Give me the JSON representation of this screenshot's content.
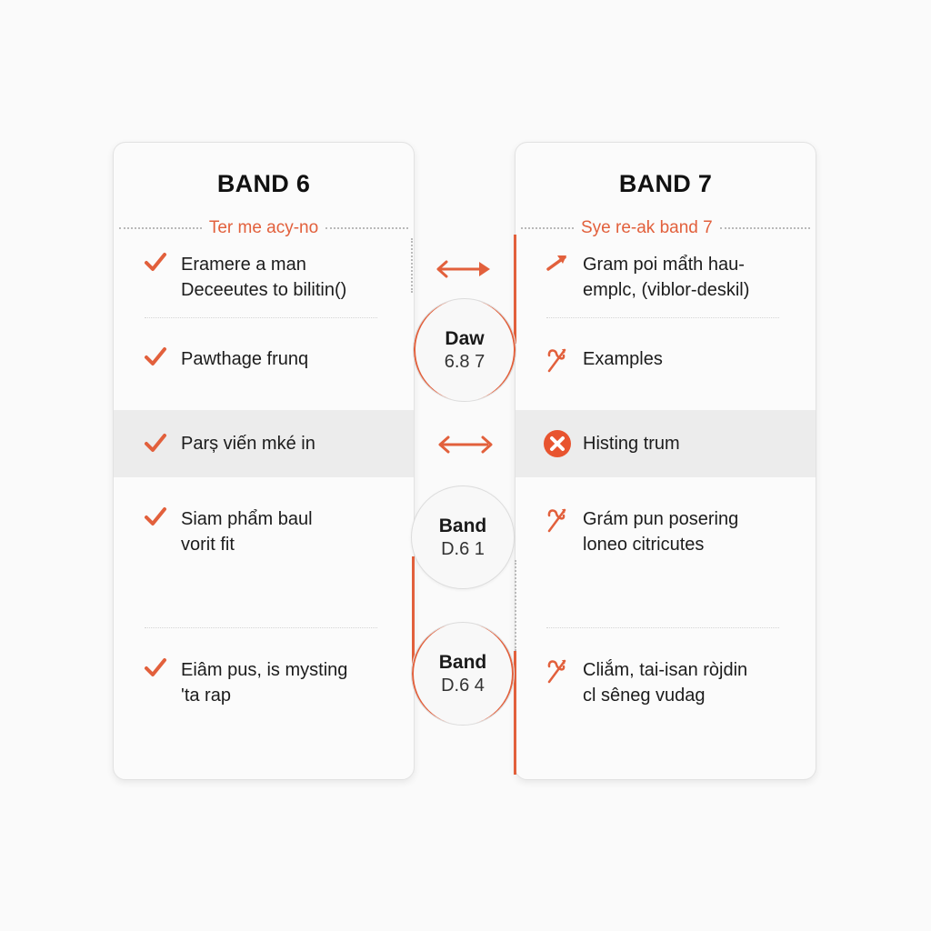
{
  "colors": {
    "accent": "#e2603c",
    "background": "#fafafa",
    "card": "#fbfbfb",
    "highlight_row": "#ececec",
    "text": "#1c1c1c"
  },
  "left_card": {
    "title": "BAND 6",
    "subheading": "Ter me acy-no",
    "items": [
      {
        "icon": "check-icon",
        "lines": [
          "Eramere a man",
          "Deceeutes to bilitin()"
        ]
      },
      {
        "icon": "check-icon",
        "lines": [
          "Pawthage frunq"
        ]
      },
      {
        "icon": "check-icon",
        "lines": [
          "Parș viến mké in"
        ],
        "highlighted": true
      },
      {
        "icon": "check-icon",
        "lines": [
          "Siam phẩm baul",
          "vorit fit"
        ]
      },
      {
        "icon": "check-icon",
        "lines": [
          "Eiâm pus, is mysting",
          "'ta rap"
        ]
      }
    ]
  },
  "right_card": {
    "title": "BAND 7",
    "subheading": "Sye re-ak band 7",
    "items": [
      {
        "icon": "arrow-up-right-icon",
        "lines": [
          "Gram poi mẩth hau-",
          "emplc, (viblor-deskil)"
        ]
      },
      {
        "icon": "crossed-pen-icon",
        "lines": [
          "Examples"
        ]
      },
      {
        "icon": "x-circle-icon",
        "lines": [
          "Histing trum"
        ],
        "highlighted": true
      },
      {
        "icon": "crossed-pen-icon",
        "lines": [
          "Grám pun posering",
          "loneo citricutes"
        ]
      },
      {
        "icon": "crossed-pen-icon",
        "lines": [
          "Cliắm, tai-isan ròjdin",
          "cl sêneg vudag"
        ]
      }
    ]
  },
  "connectors": {
    "arrows": [
      "double-arrow-icon",
      "double-arrow-icon"
    ],
    "circles": [
      {
        "line1": "Daw",
        "line2": "6.8 7"
      },
      {
        "line1": "Band",
        "line2": "D.6 1"
      },
      {
        "line1": "Band",
        "line2": "D.6 4"
      }
    ]
  }
}
